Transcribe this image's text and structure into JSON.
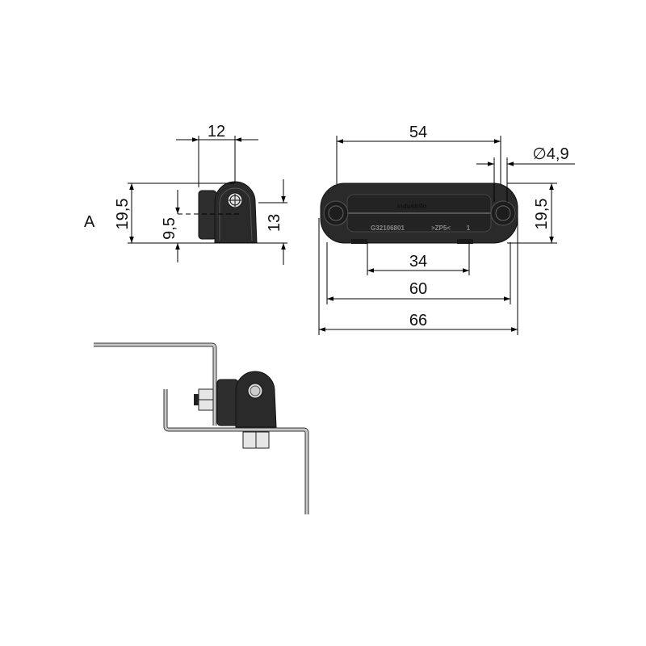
{
  "view_label": "A",
  "side_view": {
    "width_dim": "12",
    "height_dim": "19,5",
    "axis_dim": "9,5",
    "body_height_dim": "13"
  },
  "front_view": {
    "length_dim": "54",
    "hole_dim": "∅4,9",
    "height_dim": "19,5",
    "inner_dim": "34",
    "mount_dim": "60",
    "overall_dim": "66",
    "brand_text": "industrilo",
    "part_number": "G32106801",
    "material_mark": ">ZP5<",
    "cavity_mark": "1"
  },
  "colors": {
    "part": "#2a2a2a",
    "bracket": "#c8c8c8",
    "nut": "#e6e6e6"
  }
}
